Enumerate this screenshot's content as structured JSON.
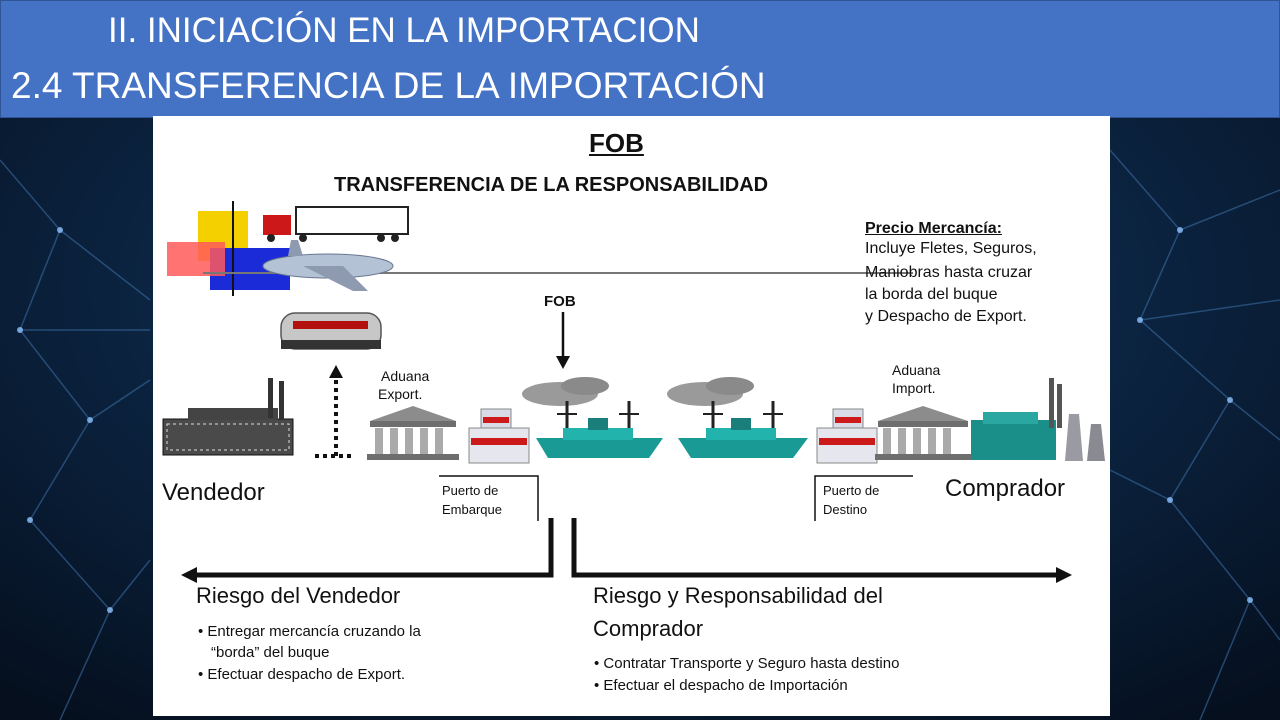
{
  "header": {
    "title_line1": "II. INICIACIÓN EN LA IMPORTACION",
    "title_line2": "2.4 TRANSFERENCIA DE LA IMPORTACIÓN"
  },
  "diagram": {
    "title": "FOB",
    "subtitle": "TRANSFERENCIA DE LA RESPONSABILIDAD",
    "price_box": {
      "heading": "Precio Mercancía:",
      "lines": [
        "Incluye Fletes, Seguros,",
        "Maniobras hasta cruzar",
        "la borda del buque",
        "y Despacho de Export."
      ]
    },
    "fob_marker": "FOB",
    "customs_export": [
      "Aduana",
      "Export."
    ],
    "customs_import": [
      "Aduana",
      "Import."
    ],
    "seller": "Vendedor",
    "buyer": "Comprador",
    "port_origin": [
      "Puerto de",
      "Embarque"
    ],
    "port_destination": [
      "Puerto de",
      "Destino"
    ],
    "seller_risk": {
      "heading": "Riesgo del Vendedor",
      "bullets": [
        "• Entregar mercancía cruzando la",
        "“borda” del buque",
        "• Efectuar despacho de Export."
      ]
    },
    "buyer_risk": {
      "heading_line1": "Riesgo y Responsabilidad del",
      "heading_line2": "Comprador",
      "bullets": [
        "• Contratar Transporte y Seguro hasta destino",
        "• Efectuar el despacho de Importación"
      ]
    }
  },
  "colors": {
    "header_bg": "#4472c4",
    "ship": "#1a9a95",
    "crate_stripe": "#cc1a1a",
    "background": "#0b1c33"
  }
}
